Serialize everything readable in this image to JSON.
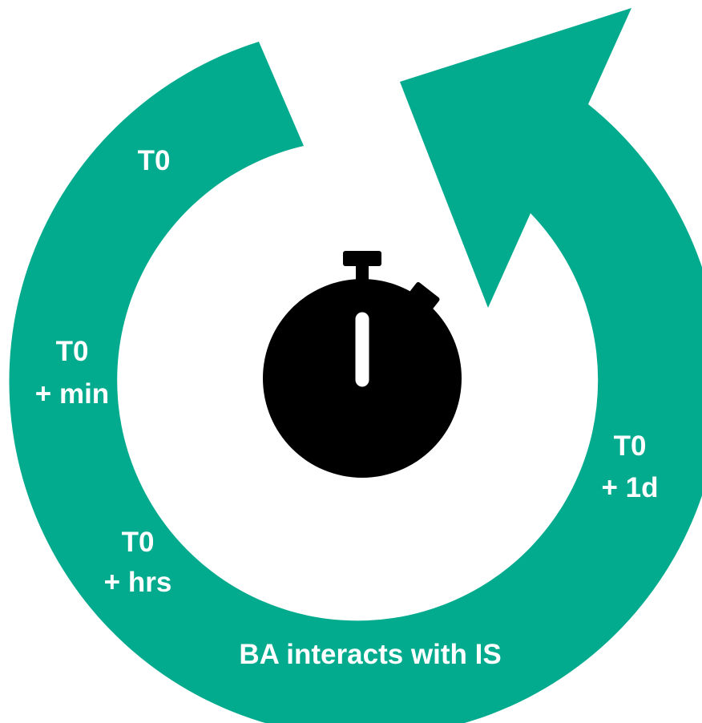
{
  "colors": {
    "arrow": "#03AB8E",
    "stopwatch": "#000000",
    "hand": "#ffffff",
    "background": "#ffffff"
  },
  "icons": {
    "center": "stopwatch-icon"
  },
  "labels": {
    "t0": "T0",
    "t0_min_line1": "T0",
    "t0_min_line2": "+ min",
    "t0_hrs_line1": "T0",
    "t0_hrs_line2": "+ hrs",
    "t0_1d_line1": "T0",
    "t0_1d_line2": "+ 1d",
    "bottom": "BA interacts with IS"
  }
}
